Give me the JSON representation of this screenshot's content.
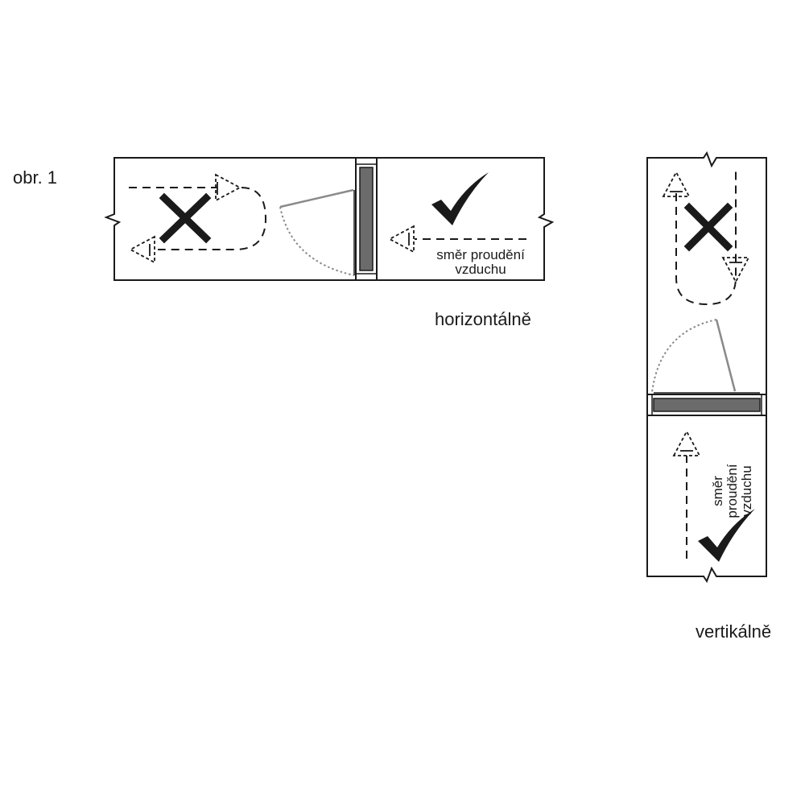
{
  "figure": {
    "label": "obr. 1"
  },
  "horizontal": {
    "caption": "horizontálně",
    "airflow_label_line1": "směr proudění",
    "airflow_label_line2": "vzduchu"
  },
  "vertical": {
    "caption": "vertikálně",
    "airflow_label_line1": "směr",
    "airflow_label_line2": "proudění",
    "airflow_label_line3": "vzduchu"
  },
  "colors": {
    "stroke": "#1a1a1a",
    "damper_fill": "#6b6b6b",
    "swing_gray": "#8a8a8a"
  }
}
